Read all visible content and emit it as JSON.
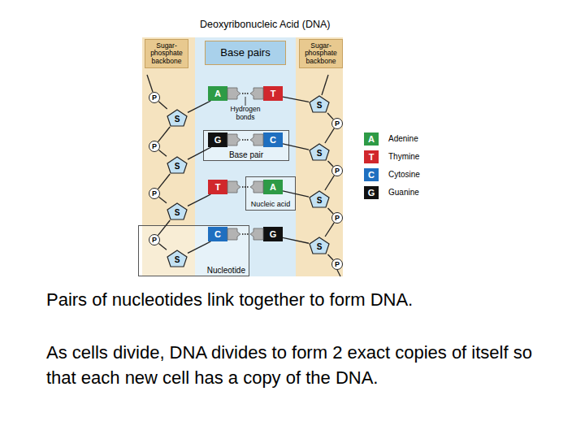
{
  "diagram": {
    "title": "Deoxyribonucleic Acid (DNA)",
    "caption": "Pairs of nucleotides link together to form DNA.",
    "nodes": [
      {
        "text": [
          "Sugar-phosphate backbone"
        ]
      },
      {
        "text": [
          "Base pairs"
        ]
      },
      {
        "text": [
          "Sugar-phosphate backbone"
        ]
      },
      {
        "text": [
          "P"
        ]
      },
      {
        "text": [
          "A"
        ]
      },
      {
        "text": [
          "T"
        ]
      },
      {
        "text": [
          "S"
        ]
      },
      {
        "text": [
          "S"
        ]
      },
      {
        "text": [
          "P"
        ]
      },
      {
        "text": [
          "P"
        ]
      },
      {
        "text": [
          "Base pair"
        ]
      },
      {
        "text": [
          "G"
        ],
        "in": 10
      },
      {
        "text": [
          "C"
        ],
        "in": 10
      },
      {
        "text": [
          "S"
        ]
      },
      {
        "text": [
          "S"
        ]
      },
      {
        "text": [
          "P"
        ]
      },
      {
        "text": [
          "P"
        ]
      },
      {
        "text": [
          "T"
        ]
      },
      {
        "text": [
          "Nucleic acid"
        ]
      },
      {
        "text": [
          "A"
        ],
        "in": 18
      },
      {
        "text": [
          "S"
        ]
      },
      {
        "text": [
          "S"
        ]
      },
      {
        "text": [
          "P"
        ]
      },
      {
        "text": [
          "Nucleotide"
        ]
      },
      {
        "text": [
          "P"
        ],
        "in": 23
      },
      {
        "text": [
          "C"
        ],
        "in": 23
      },
      {
        "text": [
          "G"
        ]
      },
      {
        "text": [
          "S"
        ]
      },
      {
        "text": [
          "S"
        ],
        "in": 23
      },
      {
        "text": [
          "P"
        ]
      }
    ],
    "edges": [
      {
        "from": 4,
        "to": 5,
        "arrow": "none"
      },
      {
        "from": 11,
        "to": 12,
        "arrow": "none"
      },
      {
        "from": 17,
        "to": 19,
        "arrow": "none"
      },
      {
        "from": 25,
        "to": 26,
        "arrow": "none"
      },
      {
        "from": 7,
        "to": 4,
        "arrow": "none"
      },
      {
        "from": 6,
        "to": 5,
        "arrow": "none"
      },
      {
        "from": 14,
        "to": 11,
        "arrow": "none"
      },
      {
        "from": 13,
        "to": 12,
        "arrow": "none"
      },
      {
        "from": 21,
        "to": 17,
        "arrow": "none"
      },
      {
        "from": 20,
        "to": 19,
        "arrow": "none"
      },
      {
        "from": 28,
        "to": 25,
        "arrow": "none"
      },
      {
        "from": 27,
        "to": 26,
        "arrow": "none"
      },
      {
        "from": 3,
        "to": 7,
        "arrow": "none"
      },
      {
        "from": 7,
        "to": 9,
        "arrow": "none"
      },
      {
        "from": 9,
        "to": 14,
        "arrow": "none"
      },
      {
        "from": 14,
        "to": 16,
        "arrow": "none"
      },
      {
        "from": 16,
        "to": 21,
        "arrow": "none"
      },
      {
        "from": 21,
        "to": 24,
        "arrow": "none"
      },
      {
        "from": 24,
        "to": 28,
        "arrow": "none"
      },
      {
        "from": 6,
        "to": 8,
        "arrow": "none"
      },
      {
        "from": 8,
        "to": 13,
        "arrow": "none"
      },
      {
        "from": 13,
        "to": 15,
        "arrow": "none"
      },
      {
        "from": 15,
        "to": 20,
        "arrow": "none"
      },
      {
        "from": 20,
        "to": 22,
        "arrow": "none"
      },
      {
        "from": 22,
        "to": 27,
        "arrow": "none"
      },
      {
        "from": 27,
        "to": 29,
        "arrow": "none"
      }
    ],
    "labels": [
      "Hydrogen bonds",
      "A",
      "T",
      "C",
      "G",
      "As cells divide, DNA divides to form 2 exact copies of itself so that each new cell has a copy of the DNA."
    ],
    "legend": [
      {
        "text": "Adenine",
        "color": "#2e9b46"
      },
      {
        "text": "Thymine",
        "color": "#d1272c"
      },
      {
        "text": "Cytosine",
        "color": "#1f6fc0"
      },
      {
        "text": "Guanine",
        "color": "#111111"
      }
    ]
  }
}
